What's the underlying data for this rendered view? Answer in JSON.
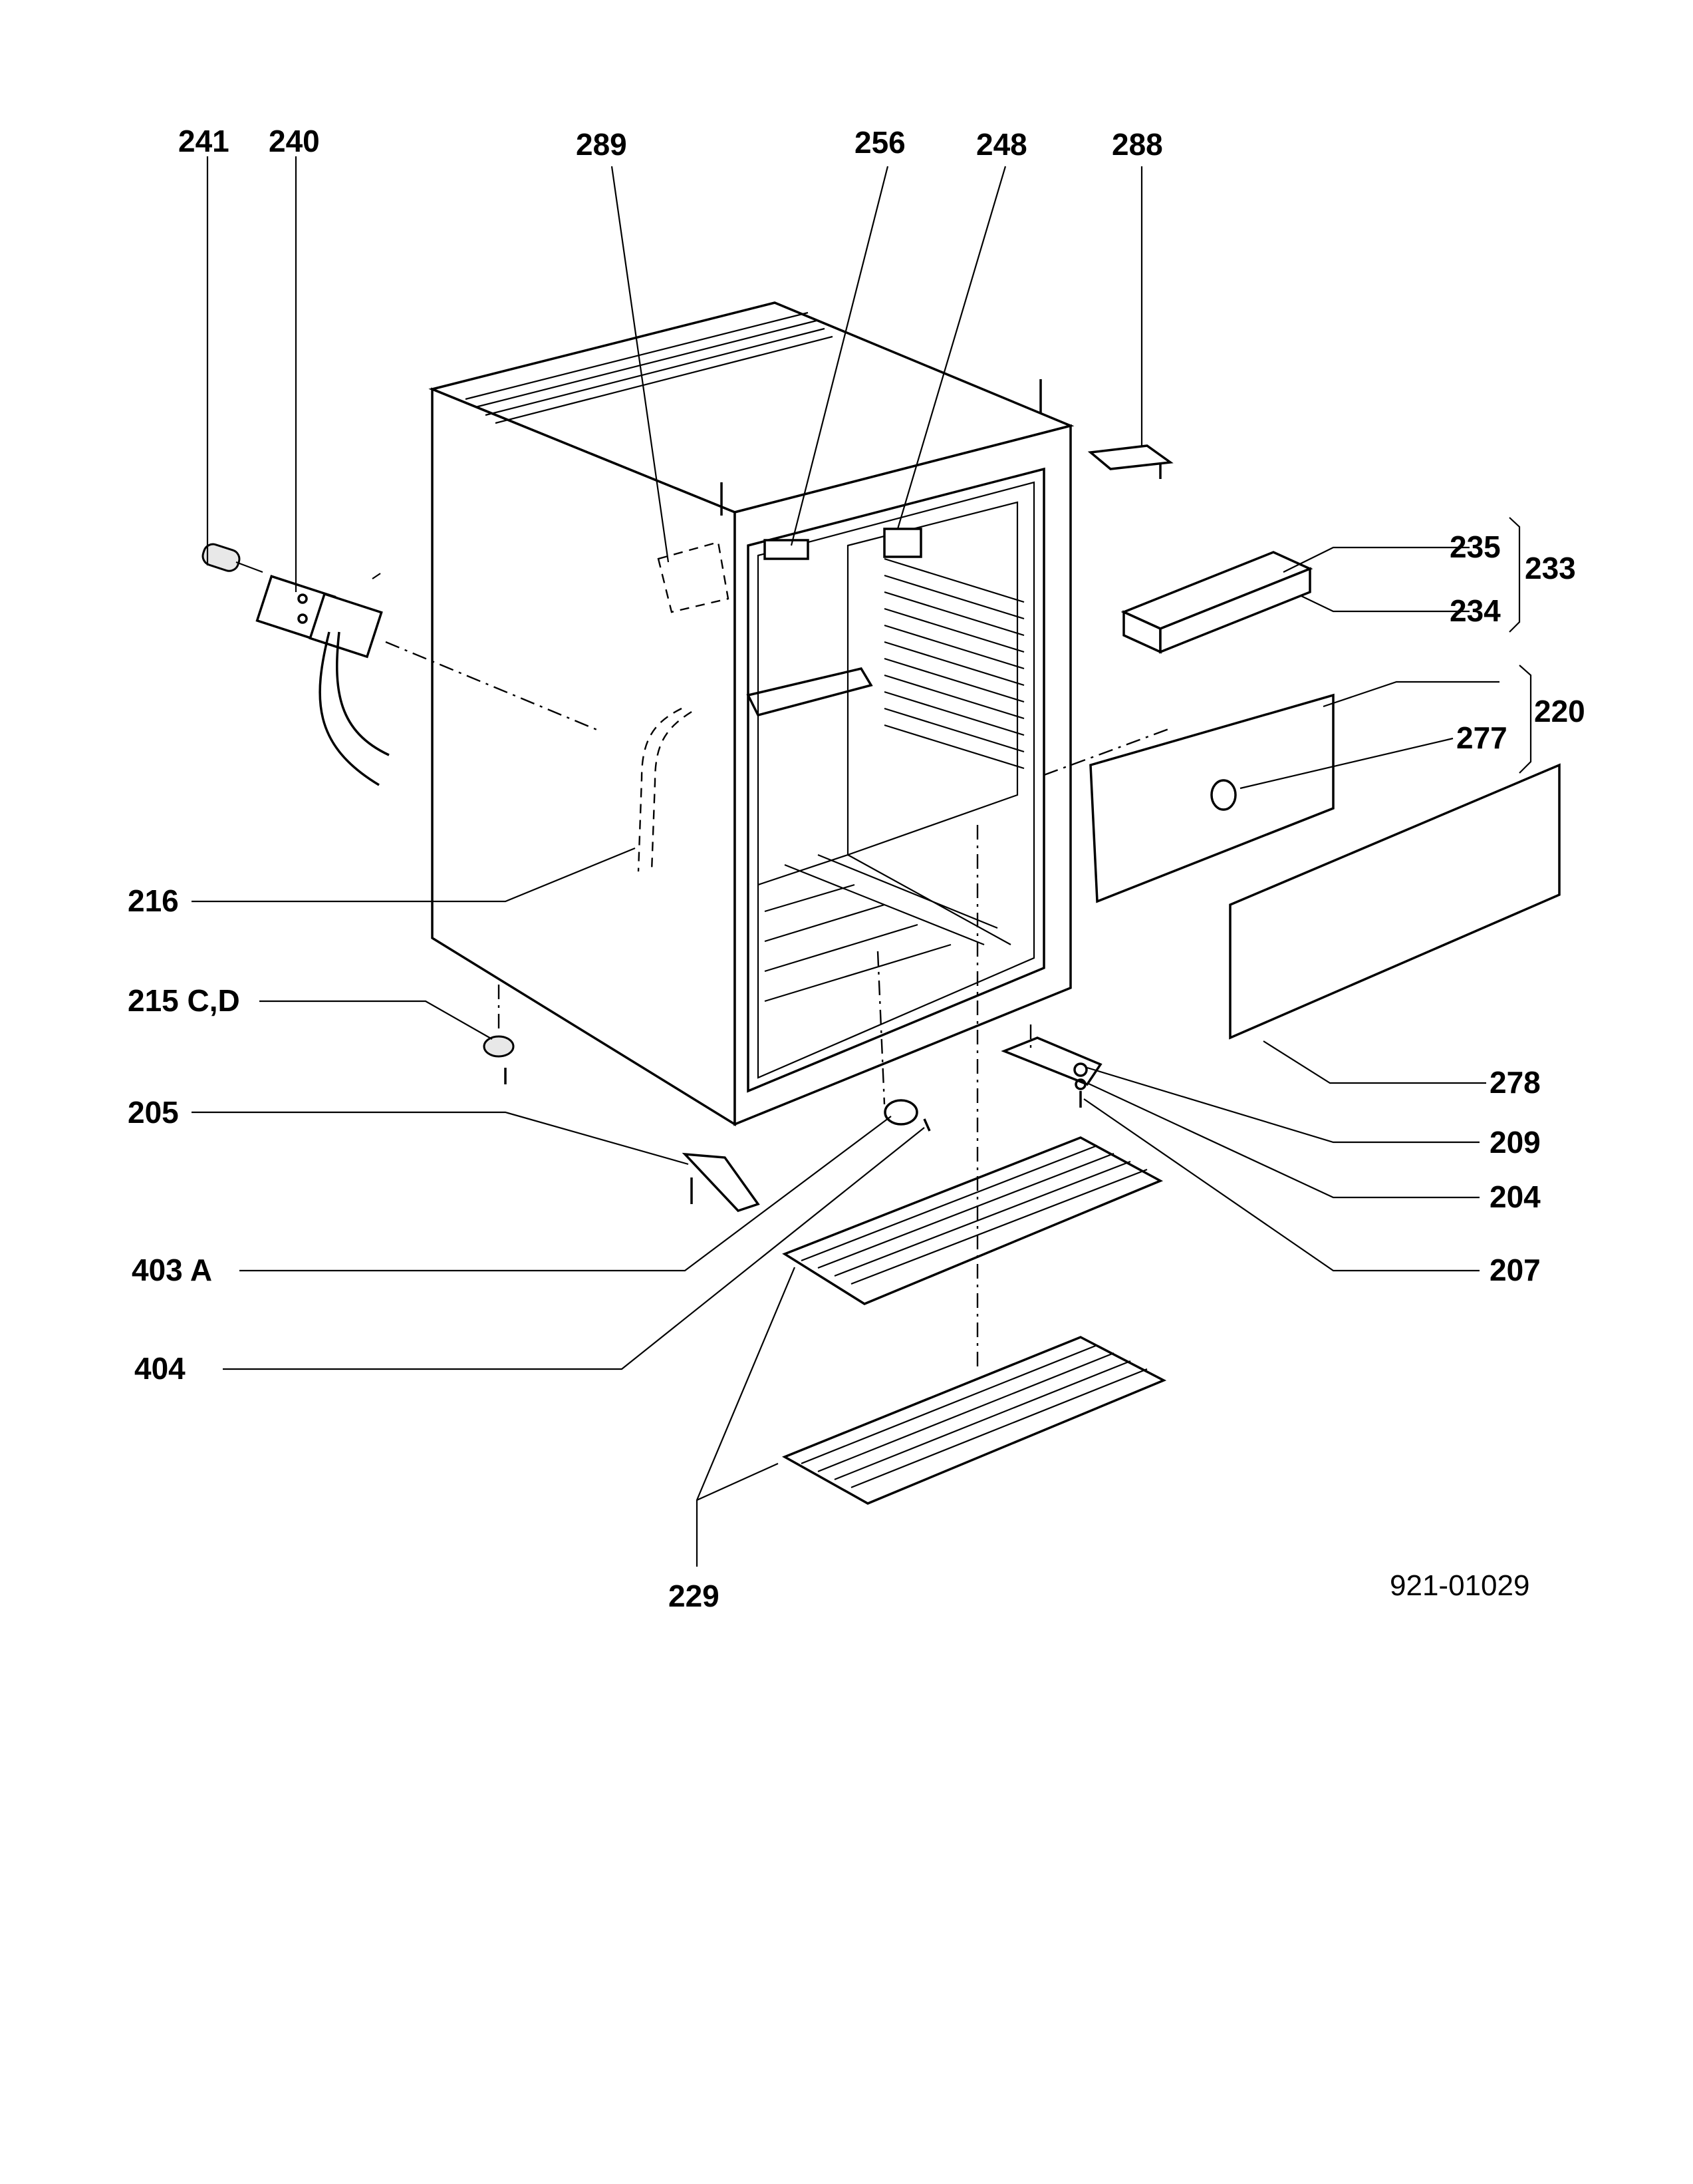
{
  "drawing_code": "921-01029",
  "callouts": [
    {
      "id": "241",
      "label": "241"
    },
    {
      "id": "240",
      "label": "240"
    },
    {
      "id": "289",
      "label": "289"
    },
    {
      "id": "256",
      "label": "256"
    },
    {
      "id": "248",
      "label": "248"
    },
    {
      "id": "288",
      "label": "288"
    },
    {
      "id": "235",
      "label": "235"
    },
    {
      "id": "233",
      "label": "233"
    },
    {
      "id": "234",
      "label": "234"
    },
    {
      "id": "220",
      "label": "220"
    },
    {
      "id": "277",
      "label": "277"
    },
    {
      "id": "216",
      "label": "216"
    },
    {
      "id": "215cd",
      "label": "215 C,D"
    },
    {
      "id": "278",
      "label": "278"
    },
    {
      "id": "205",
      "label": "205"
    },
    {
      "id": "209",
      "label": "209"
    },
    {
      "id": "204",
      "label": "204"
    },
    {
      "id": "403a",
      "label": "403 A"
    },
    {
      "id": "207",
      "label": "207"
    },
    {
      "id": "404",
      "label": "404"
    },
    {
      "id": "229",
      "label": "229"
    }
  ]
}
